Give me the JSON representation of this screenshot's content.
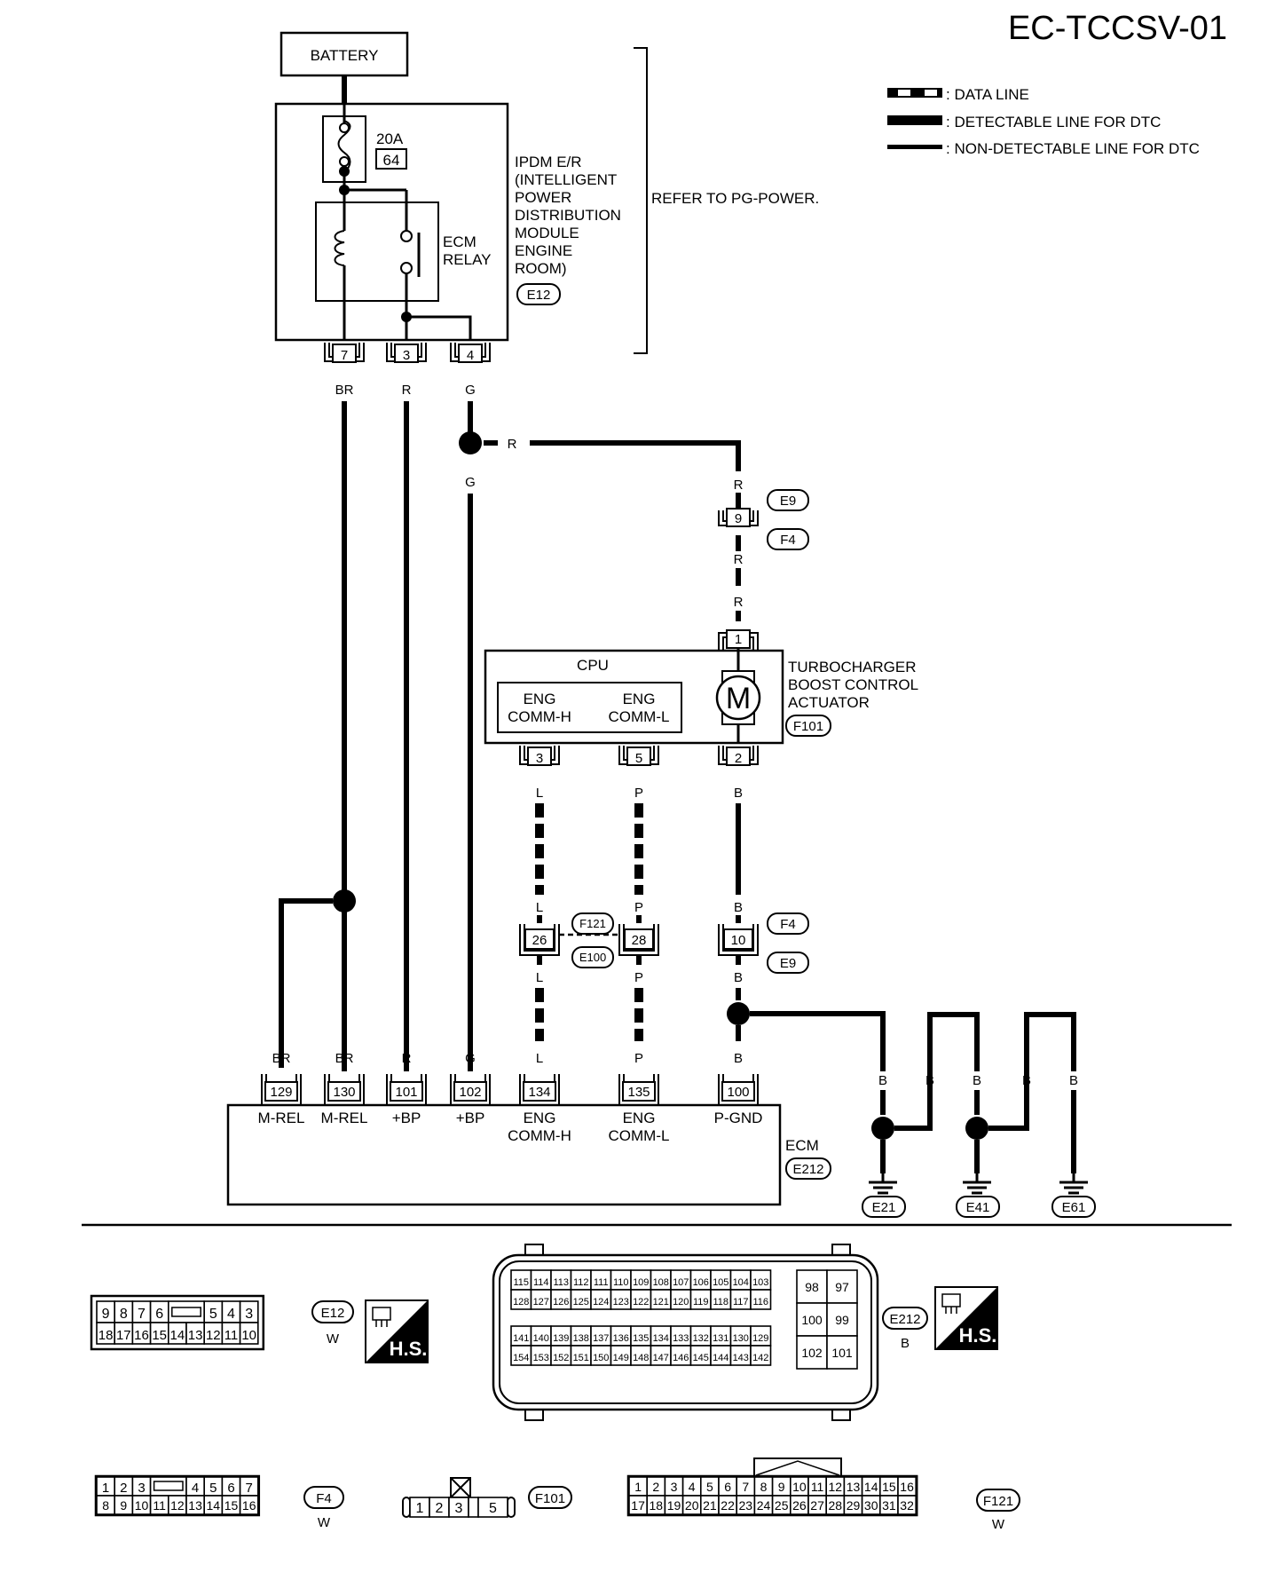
{
  "title": "EC-TCCSV-01",
  "legend": {
    "data_line": ": DATA LINE",
    "detectable": ": DETECTABLE LINE FOR DTC",
    "non_detectable": ": NON-DETECTABLE LINE FOR DTC"
  },
  "battery": "BATTERY",
  "fuse": {
    "rating": "20A",
    "number": "64"
  },
  "ecm_relay": [
    "ECM",
    "RELAY"
  ],
  "ipdm": {
    "lines": [
      "IPDM E/R",
      "(INTELLIGENT",
      "POWER",
      "DISTRIBUTION",
      "MODULE",
      "ENGINE",
      "ROOM)"
    ],
    "connector": "E12",
    "refer": "REFER TO PG-POWER."
  },
  "ipdm_pins": [
    {
      "pin": "7",
      "color": "BR"
    },
    {
      "pin": "3",
      "color": "R"
    },
    {
      "pin": "4",
      "color": "G"
    }
  ],
  "splice_colors": {
    "branch": "R",
    "down": "G"
  },
  "joint_upper": {
    "pin": "9",
    "top_color": "R",
    "bottom_color": "R",
    "conn_a": "E9",
    "conn_b": "F4"
  },
  "actuator": {
    "cpu": "CPU",
    "eng_h": [
      "ENG",
      "COMM-H"
    ],
    "eng_l": [
      "ENG",
      "COMM-L"
    ],
    "motor": "M",
    "name": [
      "TURBOCHARGER",
      "BOOST CONTROL",
      "ACTUATOR"
    ],
    "connector": "F101",
    "top_pin": "1",
    "top_color": "R",
    "pins": [
      {
        "pin": "3",
        "color": "L"
      },
      {
        "pin": "5",
        "color": "P"
      },
      {
        "pin": "2",
        "color": "B"
      }
    ]
  },
  "mid_joints": [
    {
      "pin": "26",
      "top": "L",
      "bottom": "L"
    },
    {
      "pin": "28",
      "top": "P",
      "bottom": "P"
    },
    {
      "pin": "10",
      "top": "B",
      "bottom": "B"
    }
  ],
  "mid_connectors": [
    "F121",
    "E100",
    "F4",
    "E9"
  ],
  "ecm": {
    "name": "ECM",
    "connector": "E212",
    "pins": [
      {
        "pin": "129",
        "color": "BR",
        "label": [
          "M-REL"
        ]
      },
      {
        "pin": "130",
        "color": "BR",
        "label": [
          "M-REL"
        ]
      },
      {
        "pin": "101",
        "color": "R",
        "label": [
          "+BP"
        ]
      },
      {
        "pin": "102",
        "color": "G",
        "label": [
          "+BP"
        ]
      },
      {
        "pin": "134",
        "color": "L",
        "label": [
          "ENG",
          "COMM-H"
        ]
      },
      {
        "pin": "135",
        "color": "P",
        "label": [
          "ENG",
          "COMM-L"
        ]
      },
      {
        "pin": "100",
        "color": "B",
        "label": [
          "P-GND"
        ]
      }
    ]
  },
  "ground_colors": [
    "B",
    "B",
    "B",
    "B",
    "B"
  ],
  "grounds": [
    "E21",
    "E41",
    "E61"
  ],
  "conn_e12": {
    "id": "E12",
    "color": "W",
    "top": [
      "9",
      "8",
      "7",
      "6",
      "",
      "5",
      "4",
      "3"
    ],
    "bottom": [
      "18",
      "17",
      "16",
      "15",
      "14",
      "13",
      "12",
      "11",
      "10"
    ]
  },
  "conn_e212": {
    "id": "E212",
    "color": "B",
    "r1": [
      "115",
      "114",
      "113",
      "112",
      "111",
      "110",
      "109",
      "108",
      "107",
      "106",
      "105",
      "104",
      "103"
    ],
    "r2": [
      "128",
      "127",
      "126",
      "125",
      "124",
      "123",
      "122",
      "121",
      "120",
      "119",
      "118",
      "117",
      "116"
    ],
    "r3": [
      "141",
      "140",
      "139",
      "138",
      "137",
      "136",
      "135",
      "134",
      "133",
      "132",
      "131",
      "130",
      "129"
    ],
    "r4": [
      "154",
      "153",
      "152",
      "151",
      "150",
      "149",
      "148",
      "147",
      "146",
      "145",
      "144",
      "143",
      "142"
    ],
    "side": [
      "98",
      "97",
      "100",
      "99",
      "102",
      "101"
    ]
  },
  "hs_label": "H.S.",
  "conn_f4": {
    "id": "F4",
    "color": "W",
    "top": [
      "1",
      "2",
      "3",
      "",
      "4",
      "5",
      "6",
      "7"
    ],
    "bottom": [
      "8",
      "9",
      "10",
      "11",
      "12",
      "13",
      "14",
      "15",
      "16"
    ]
  },
  "conn_f101": {
    "id": "F101",
    "pins": [
      "1",
      "2",
      "3",
      "",
      "5"
    ]
  },
  "conn_f121": {
    "id": "F121",
    "color": "W",
    "top": [
      "1",
      "2",
      "3",
      "4",
      "5",
      "6",
      "7",
      "8",
      "9",
      "10",
      "11",
      "12",
      "13",
      "14",
      "15",
      "16"
    ],
    "bottom": [
      "17",
      "18",
      "19",
      "20",
      "21",
      "22",
      "23",
      "24",
      "25",
      "26",
      "27",
      "28",
      "29",
      "30",
      "31",
      "32"
    ]
  }
}
